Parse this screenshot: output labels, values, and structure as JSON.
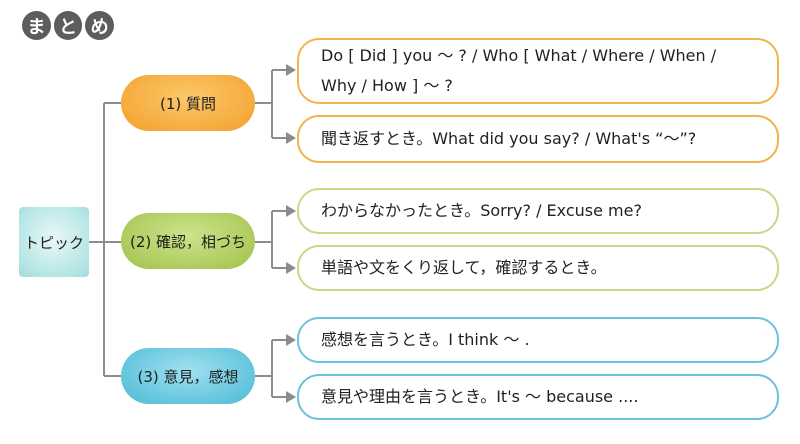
{
  "badge": {
    "chars": [
      "ま",
      "と",
      "め"
    ]
  },
  "topic": {
    "label": "トピック"
  },
  "branches": [
    {
      "label": "(1) 質問",
      "items": [
        "Do [ Did ] you ～ ? / Who [ What / Where / When / Why / How ] ～ ?",
        "聞き返すとき。What did you say? / What's “～”?"
      ]
    },
    {
      "label": "(2) 確認，相づち",
      "items": [
        "わからなかったとき。Sorry? / Excuse me?",
        "単語や文をくり返して，確認するとき。"
      ]
    },
    {
      "label": "(3) 意見，感想",
      "items": [
        "感想を言うとき。I think ～ .",
        "意見や理由を言うとき。It's ～ because ...."
      ]
    }
  ],
  "colors": {
    "connector": "#8c8c8c",
    "orange": "#f39f2b",
    "green": "#9fc24a",
    "blue": "#4bbad5",
    "badge": "#5d5d5d",
    "topic": "#b8e6e6"
  }
}
